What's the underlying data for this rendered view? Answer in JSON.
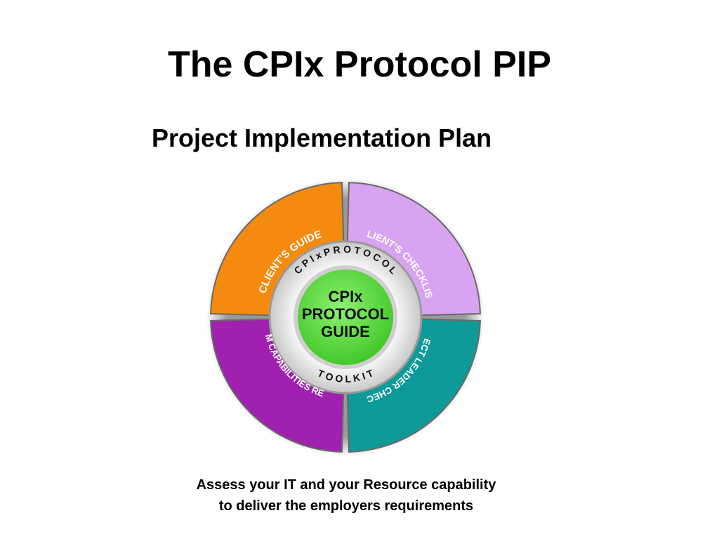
{
  "slide": {
    "title": "The CPIx Protocol PIP",
    "subtitle": "Project Implementation Plan",
    "caption_line1": "Assess your IT and your Resource capability",
    "caption_line2": "to deliver the employers requirements"
  },
  "diagram": {
    "segments": [
      {
        "label": "CLIENT'S GUIDE",
        "color": "#f58a10"
      },
      {
        "label": "CLIENT'S CHECKLIST",
        "color": "#d8a3f0"
      },
      {
        "label": "PROJECT LEADER CHECKLIST",
        "color": "#0e9a98"
      },
      {
        "label": "TEAM CAPABILITIES REVIEW",
        "color": "#a020b0"
      }
    ],
    "ring_top": "C P I x   P R O T O C O L",
    "ring_bottom": "T O O L K I T",
    "center_line1": "CPIx",
    "center_line2": "PROTOCOL",
    "center_line3": "GUIDE",
    "center_color": "#5fe04a"
  }
}
